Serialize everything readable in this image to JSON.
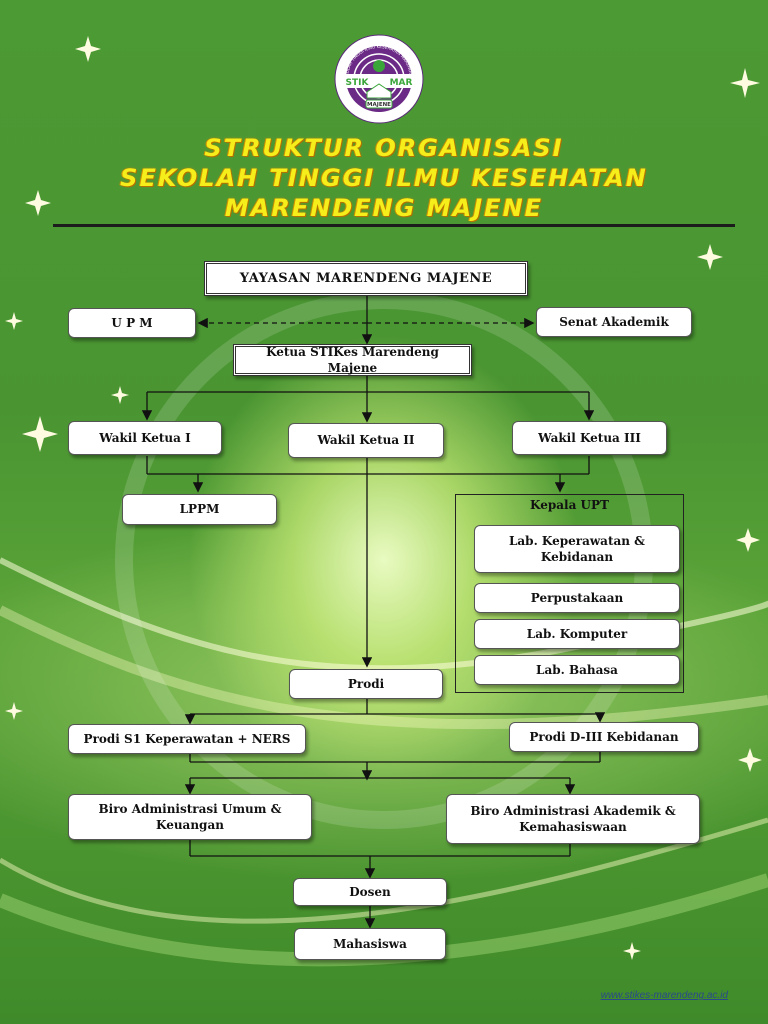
{
  "logo": {
    "arc_text": "SEKOLAH TINGGI ILMU KESEHATAN MARENDENG",
    "left": "STIK",
    "right": "MAR",
    "bottom": "MAJENE"
  },
  "title": {
    "line1": "STRUKTUR ORGANISASI",
    "line2": "SEKOLAH TINGGI ILMU KESEHATAN",
    "line3": "MARENDENG MAJENE"
  },
  "nodes": {
    "yayasan": "YAYASAN MARENDENG MAJENE",
    "upm": "U P M",
    "senat": "Senat Akademik",
    "ketua": "Ketua STIKes Marendeng Majene",
    "wakil1": "Wakil Ketua I",
    "wakil2": "Wakil Ketua II",
    "wakil3": "Wakil Ketua III",
    "lppm": "LPPM",
    "kepala_upt": "Kepala UPT",
    "lab_kep": "Lab. Keperawatan & Kebidanan",
    "perpustakaan": "Perpustakaan",
    "lab_komp": "Lab. Komputer",
    "lab_bahasa": "Lab. Bahasa",
    "prodi": "Prodi",
    "prodi_s1": "Prodi S1 Keperawatan + NERS",
    "prodi_d3": "Prodi D-III Kebidanan",
    "biro_umum": "Biro Administrasi Umum & Keuangan",
    "biro_akad": "Biro Administrasi Akademik & Kemahasiswaan",
    "dosen": "Dosen",
    "mahasiswa": "Mahasiswa"
  },
  "footer": {
    "url": "www.stikes-marendeng.ac.id"
  }
}
